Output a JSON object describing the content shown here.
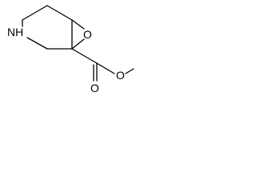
{
  "molecule": {
    "atoms": {
      "nh": "NH",
      "epoxide_o": "O",
      "carbonyl_o": "O",
      "ester_o": "O"
    }
  }
}
